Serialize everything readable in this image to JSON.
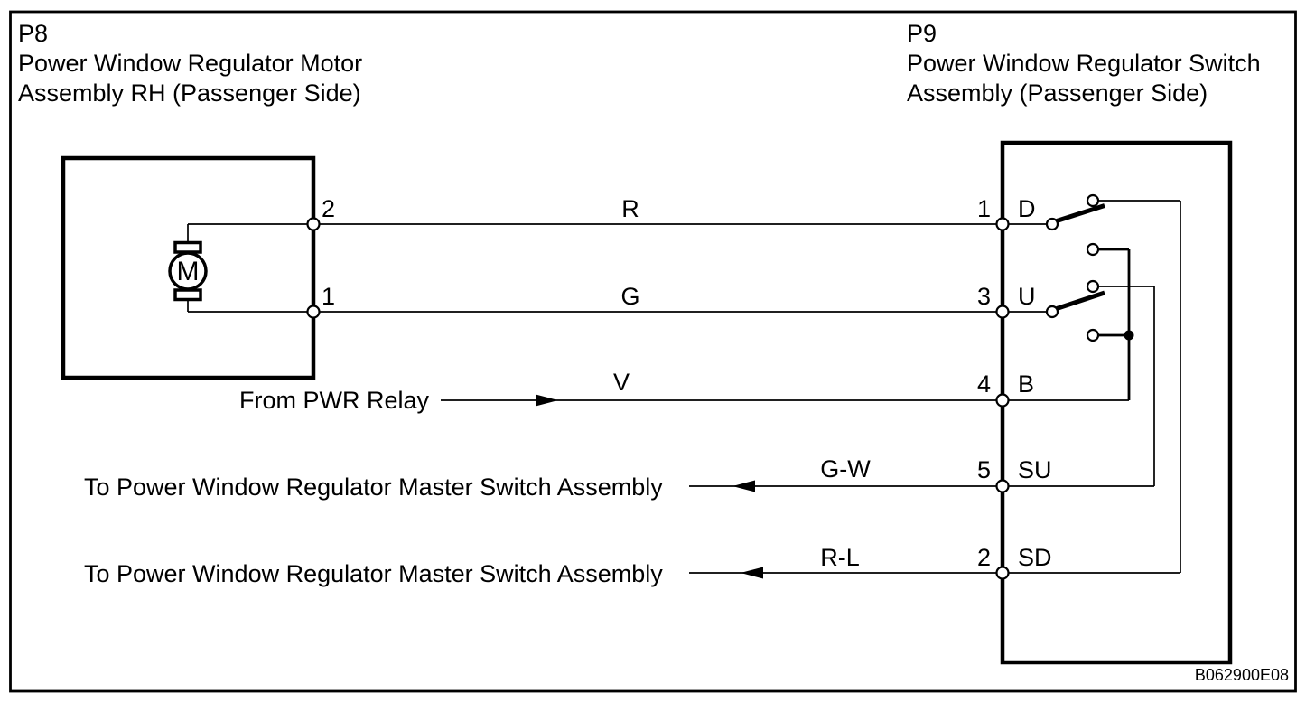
{
  "colors": {
    "ink": "#000000",
    "paper": "#ffffff"
  },
  "connector_left": {
    "id": "P8",
    "title_line1": "Power Window Regulator Motor",
    "title_line2": "Assembly RH (Passenger Side)"
  },
  "connector_right": {
    "id": "P9",
    "title_line1": "Power Window Regulator Switch",
    "title_line2": "Assembly (Passenger Side)"
  },
  "motor": {
    "symbol": "M"
  },
  "left_pins": {
    "top_number": "2",
    "bottom_number": "1"
  },
  "right_pins": {
    "d": {
      "number": "1",
      "label": "D"
    },
    "u": {
      "number": "3",
      "label": "U"
    },
    "b": {
      "number": "4",
      "label": "B"
    },
    "su": {
      "number": "5",
      "label": "SU"
    },
    "sd": {
      "number": "2",
      "label": "SD"
    }
  },
  "wire_colors": {
    "r": "R",
    "g": "G",
    "v": "V",
    "gw": "G-W",
    "rl": "R-L"
  },
  "annotations": {
    "from_pwr_relay": "From PWR Relay",
    "to_master_switch_upper": "To Power Window Regulator Master Switch Assembly",
    "to_master_switch_lower": "To Power Window Regulator Master Switch Assembly"
  },
  "footer": {
    "drawing_code": "B062900E08"
  }
}
